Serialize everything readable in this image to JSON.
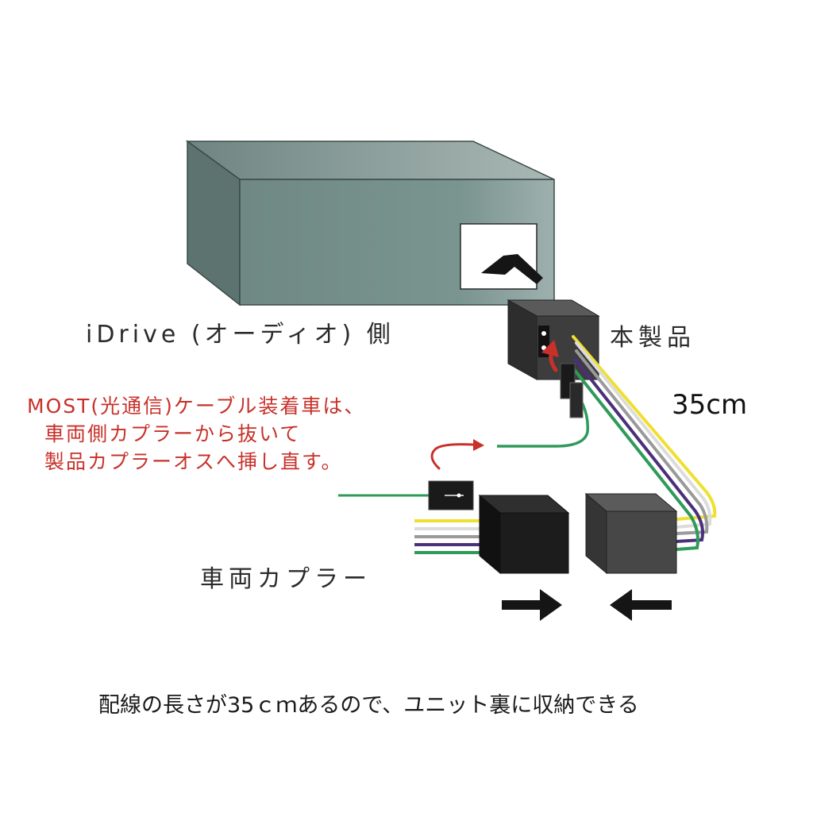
{
  "labels": {
    "idrive_side": "iDrive (オーディオ) 側",
    "product": "本製品",
    "length": "35cm",
    "note_lines": [
      "MOST(光通信)ケーブル装着車は、",
      "車両側カプラーから抜いて",
      "製品カプラーオスへ挿し直す。"
    ],
    "vehicle_coupler": "車両カプラー",
    "caption": "配線の長さが35ｃｍあるので、ユニット裏に収納できる"
  },
  "colors": {
    "head_unit_front": "#77908a",
    "head_unit_top": "#7a8d88",
    "head_unit_side": "#5f7571",
    "product_box": "#3d3d3d",
    "coupler_black": "#1c1c1c",
    "coupler_gray": "#474747",
    "annotation_red": "#c8312a",
    "wire_yellow": "#efe030",
    "wire_white": "#dcdcdc",
    "wire_gray": "#9a9a9a",
    "wire_purple": "#4b2f7a",
    "wire_green": "#2f9a5a"
  },
  "icons": {
    "head_unit": "head-unit-box",
    "insert_arrow": "insert-arrow-icon",
    "connect_arrows": "connect-arrow-icons",
    "reroute_arrow": "curved-arrow-icon"
  }
}
